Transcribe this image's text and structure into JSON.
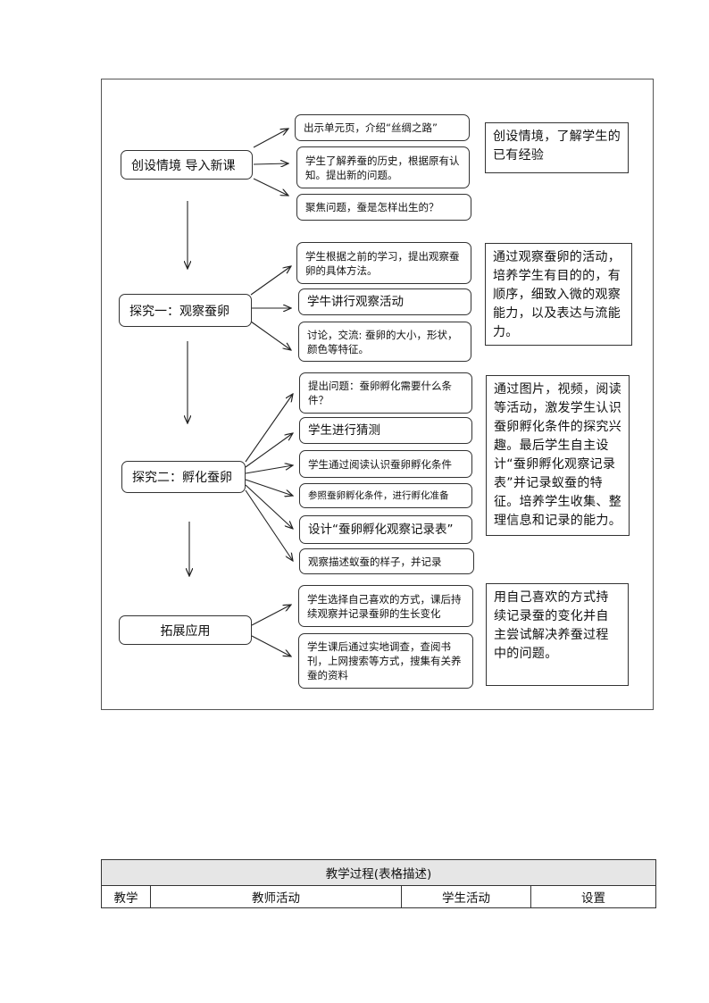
{
  "flowchart": {
    "stages": [
      {
        "label": "创设情境  导入新课",
        "activities": [
          "出示单元页，介绍“丝绸之路”",
          "学生了解养蚕的历史，根据原有认知。提出新的问题。",
          "聚焦问题，蚕是怎样出生的？"
        ],
        "goal": "创设情境，了解学生的已有经验"
      },
      {
        "label": "探究一：观察蚕卵",
        "activities": [
          "学生根据之前的学习，提出观察蚕卵的具体方法。",
          "学牛讲行观察活动",
          "讨论，交流: 蚕卵的大小，形状，颜色等特征。"
        ],
        "goal": "通过观察蚕卵的活动，培养学生有目的的，有顺序，细致入微的观察能力，以及表达与流能力。"
      },
      {
        "label": "探究二：孵化蚕卵",
        "activities": [
          "提出问题：蚕卵孵化需要什么条件？",
          "学生进行猜测",
          "学生通过阅读认识蚕卵孵化条件",
          "参照蚕卵孵化条件，进行孵化准备",
          "设计“蚕卵孵化观察记录表”",
          "观察描述蚁蚕的样子，并记录"
        ],
        "goal": "通过图片，视频，阅读等活动，激发学生认识蚕卵孵化条件的探究兴趣。最后学生自主设计“蚕卵孵化观察记录表”并记录蚁蚕的特征。培养学生收集、整理信息和记录的能力。"
      },
      {
        "label": "拓展应用",
        "activities": [
          "学生选择自己喜欢的方式，课后持续观察并记录蚕卵的生长变化",
          "学生课后通过实地调查，查阅书刊，上网搜索等方式，搜集有关养蚕的资料"
        ],
        "goal": "用自己喜欢的方式持续记录蚕的变化并自主尝试解决养蚕过程中的问题。"
      }
    ]
  },
  "process_table": {
    "title": "教学过程(表格描述)",
    "columns": [
      "教学",
      "教师活动",
      "学生活动",
      "设置"
    ]
  }
}
